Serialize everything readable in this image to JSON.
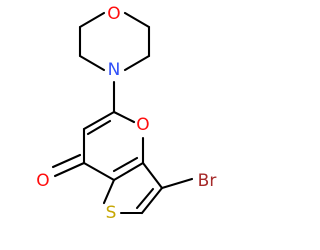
{
  "molecule": {
    "atoms": {
      "morpholine_oxygen": {
        "label": "O",
        "color": "#FF0D0D"
      },
      "morpholine_nitrogen": {
        "label": "N",
        "color": "#3050F8"
      },
      "pyran_oxygen": {
        "label": "O",
        "color": "#FF0D0D"
      },
      "carbonyl_oxygen": {
        "label": "O",
        "color": "#FF0D0D"
      },
      "bromine": {
        "label": "Br",
        "color": "#A62929"
      },
      "sulfur": {
        "label": "S",
        "color": "#C6A600"
      }
    },
    "bond_color": "#000000"
  }
}
